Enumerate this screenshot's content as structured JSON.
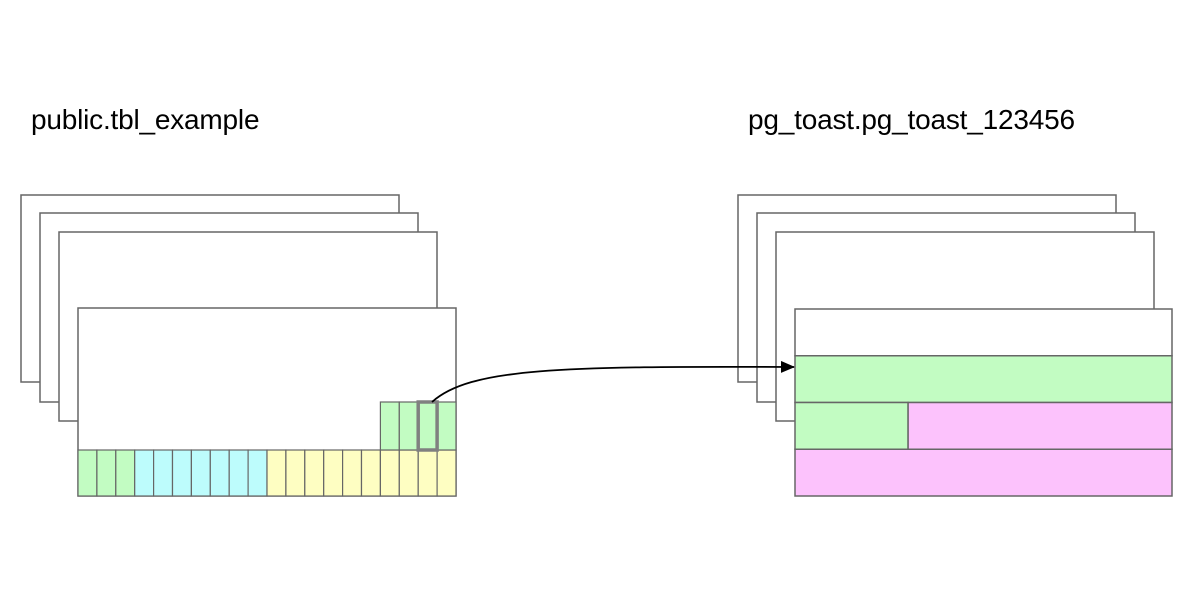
{
  "left_table": {
    "name": "public.tbl_example",
    "page_fill": "#ffffff",
    "tuple_cells": [
      {
        "color": "#c2fcc2"
      },
      {
        "color": "#c2fcc2"
      },
      {
        "color": "#c2fcc2"
      },
      {
        "color": "#bdfcfc"
      },
      {
        "color": "#bdfcfc"
      },
      {
        "color": "#bdfcfc"
      },
      {
        "color": "#bdfcfc"
      },
      {
        "color": "#bdfcfc"
      },
      {
        "color": "#bdfcfc"
      },
      {
        "color": "#bdfcfc"
      },
      {
        "color": "#fefec2"
      },
      {
        "color": "#fefec2"
      },
      {
        "color": "#fefec2"
      },
      {
        "color": "#fefec2"
      },
      {
        "color": "#fefec2"
      },
      {
        "color": "#fefec2"
      },
      {
        "color": "#fefec2"
      },
      {
        "color": "#fefec2"
      },
      {
        "color": "#fefec2"
      },
      {
        "color": "#fefec2"
      }
    ],
    "pointer_cells": [
      {
        "color": "#c2fcc2"
      },
      {
        "color": "#c2fcc2"
      },
      {
        "color": "#c2fcc2"
      },
      {
        "color": "#c2fcc2"
      }
    ],
    "highlighted_pointer_index": 2
  },
  "toast_table": {
    "name": "pg_toast.pg_toast_123456",
    "chunk_rows": [
      [
        {
          "color": "#ffffff",
          "fraction": 1.0
        }
      ],
      [
        {
          "color": "#c2fcc2",
          "fraction": 1.0
        }
      ],
      [
        {
          "color": "#c2fcc2",
          "fraction": 0.3
        },
        {
          "color": "#fcc2fc",
          "fraction": 0.7
        }
      ],
      [
        {
          "color": "#fcc2fc",
          "fraction": 1.0
        }
      ]
    ]
  },
  "colors": {
    "border": "#666666",
    "highlight_border": "#808080",
    "arrow": "#000000"
  }
}
